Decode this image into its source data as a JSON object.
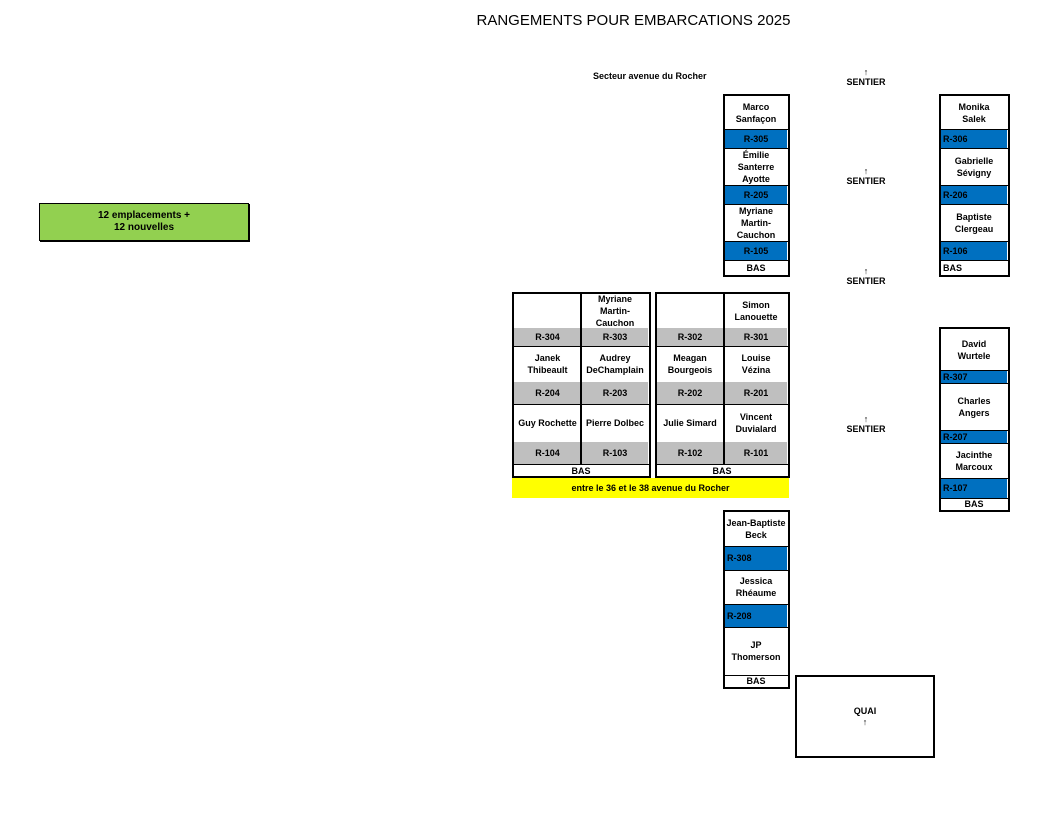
{
  "title": "RANGEMENTS POUR EMBARCATIONS 2025",
  "sector": "Secteur avenue du Rocher",
  "summary": {
    "line1": "12 emplacements +",
    "line2": "12 nouvelles"
  },
  "sentier": {
    "label": "SENTIER",
    "arrow": "↑"
  },
  "bas": "BAS",
  "between_label": "entre le 36 et le 38 avenue du Rocher",
  "quai": "QUAI",
  "col_a": {
    "top_name": "Marco\nSanfaçon",
    "slots": [
      {
        "code": "R-305",
        "name": "Émilie\nSanterre\nAyotte"
      },
      {
        "code": "R-205",
        "name": "Myriane\nMartin-\nCauchon"
      },
      {
        "code": "R-105"
      }
    ]
  },
  "col_b": {
    "top_name": "Monika\nSalek",
    "slots": [
      {
        "code": "R-306",
        "name": "Gabrielle\nSévigny"
      },
      {
        "code": "R-206",
        "name": "Baptiste\nClergeau"
      },
      {
        "code": "R-106"
      }
    ]
  },
  "col_c": {
    "top_name": "David\nWurtele",
    "slots": [
      {
        "code": "R-307",
        "name": "Charles\nAngers"
      },
      {
        "code": "R-207",
        "name": "Jacinthe\nMarcoux"
      },
      {
        "code": "R-107"
      }
    ]
  },
  "col_d": {
    "top_name": "Jean-Baptiste\nBeck",
    "slots": [
      {
        "code": "R-308",
        "name": "Jessica\nRhéaume"
      },
      {
        "code": "R-208",
        "name": "JP\nThomerson"
      }
    ]
  },
  "grid_left": {
    "rows": [
      {
        "names": [
          "",
          "Myriane\nMartin-\nCauchon"
        ],
        "codes": [
          "R-304",
          "R-303"
        ]
      },
      {
        "names": [
          "Janek\nThibeault",
          "Audrey\nDeChamplain"
        ],
        "codes": [
          "R-204",
          "R-203"
        ]
      },
      {
        "names": [
          "Guy Rochette",
          "Pierre Dolbec"
        ],
        "codes": [
          "R-104",
          "R-103"
        ]
      }
    ]
  },
  "grid_right": {
    "rows": [
      {
        "names": [
          "",
          "Simon\nLanouette"
        ],
        "codes": [
          "R-302",
          "R-301"
        ]
      },
      {
        "names": [
          "Meagan\nBourgeois",
          "Louise\nVézina"
        ],
        "codes": [
          "R-202",
          "R-201"
        ]
      },
      {
        "names": [
          "Julie Simard",
          "Vincent\nDuvialard"
        ],
        "codes": [
          "R-102",
          "R-101"
        ]
      }
    ]
  },
  "colors": {
    "blue": "#0070c0",
    "gray": "#bfbfbf",
    "green": "#92d050",
    "yellow": "#ffff00"
  }
}
